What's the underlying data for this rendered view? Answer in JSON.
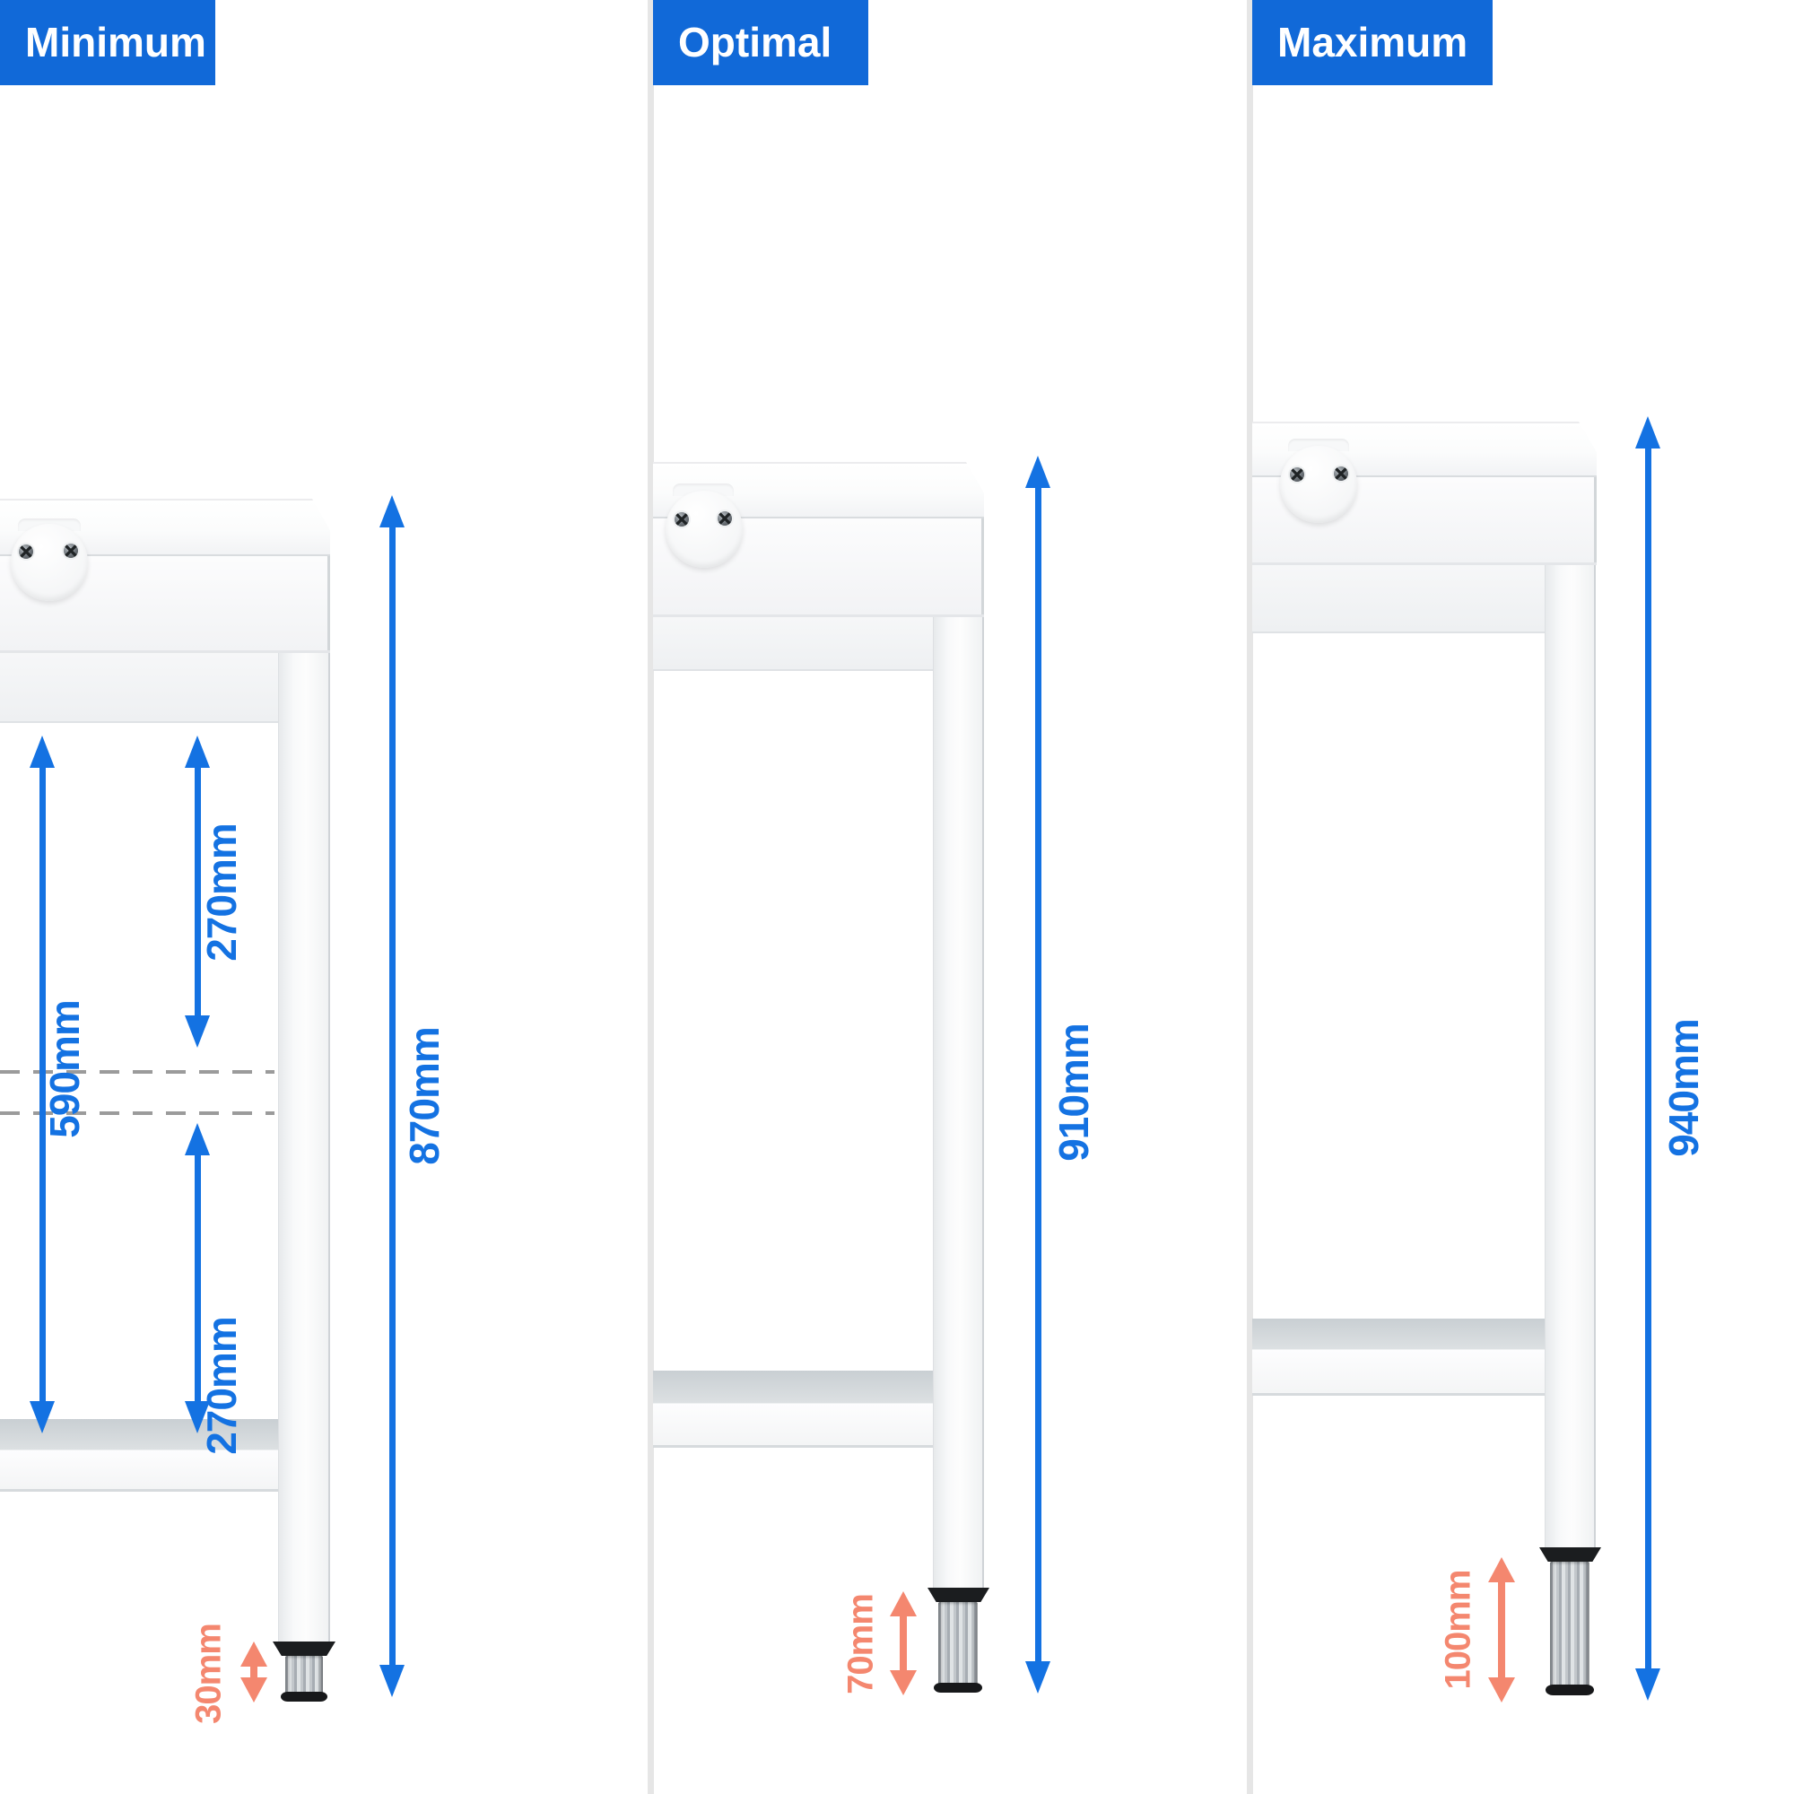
{
  "panels": [
    {
      "name": "minimum",
      "header": "Minimum",
      "total_height": "870mm",
      "foot_adjust": "30mm",
      "clearance_height": "590mm",
      "upper_gap": "270mm",
      "lower_gap": "270mm"
    },
    {
      "name": "optimal",
      "header": "Optimal",
      "total_height": "910mm",
      "foot_adjust": "70mm"
    },
    {
      "name": "maximum",
      "header": "Maximum",
      "total_height": "940mm",
      "foot_adjust": "100mm"
    }
  ],
  "colors": {
    "header_blue": "#1169d8",
    "dimension_blue": "#1472e2",
    "foot_accent_coral": "#f4876f",
    "divider_gray": "#e6e6e6",
    "shelf_gray": "#ccd1d5"
  }
}
